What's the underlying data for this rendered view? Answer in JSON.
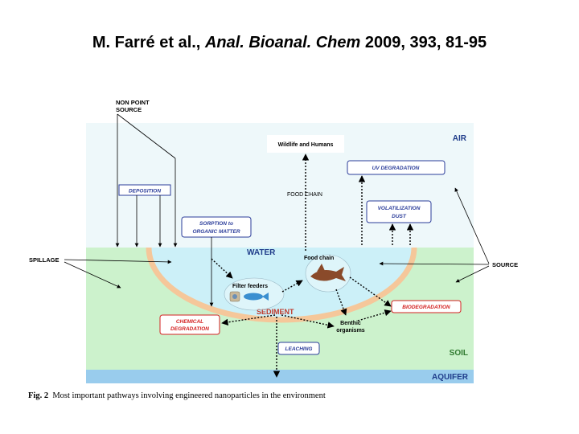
{
  "title": {
    "authors": "M. Farré et al.,",
    "journal": "Anal. Bioanal. Chem",
    "citation": "2009, 393, 81-95"
  },
  "zones": {
    "air": "AIR",
    "water": "WATER",
    "soil": "SOIL",
    "aquifer": "AQUIFER",
    "sediment": "SEDIMENT"
  },
  "labels": {
    "non_point_source_1": "NON POINT",
    "non_point_source_2": "SOURCE",
    "spillage": "SPILLAGE",
    "source": "SOURCE",
    "wildlife_humans": "Wildlife and Humans",
    "food_chain_arrow": "FOOD  CHAIN",
    "food_chain": "Food chain",
    "filter_feeders": "Filter feeders",
    "benthic_1": "Benthic",
    "benthic_2": "organisms"
  },
  "boxes": {
    "deposition": "DEPOSITION",
    "sorption_1": "SORPTION to",
    "sorption_2": "ORGANIC MATTER",
    "uv_degradation": "UV  DEGRADATION",
    "volatilization_1": "VOLATILIZATION",
    "volatilization_2": "DUST",
    "chemical_1": "CHEMICAL",
    "chemical_2": "DEGRADATION",
    "biodegradation": "BIODEGRADATION",
    "leaching": "LEACHING"
  },
  "caption": {
    "fig": "Fig. 2",
    "text": "Most important pathways involving engineered nanoparticles in the environment"
  },
  "colors": {
    "air": "#eef8fa",
    "water_soil": "#ccf2cc",
    "lake": "#ccf0f8",
    "aquifer": "#99cced",
    "sediment": "#f5c79a",
    "box_blue": "#2b3d9a",
    "box_red": "#d32020",
    "zone_blue": "#1f3c8a",
    "zone_green": "#2f7a2f",
    "sediment_text": "#c0392b"
  }
}
